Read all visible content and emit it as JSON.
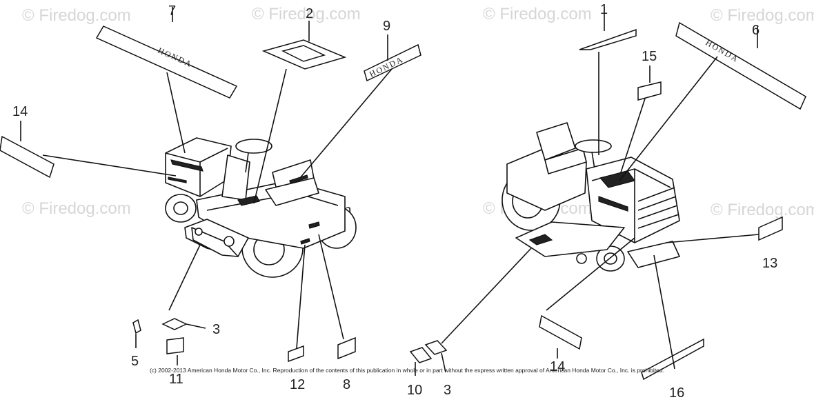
{
  "watermark": "© Firedog.com",
  "decal_brand": "HONDA",
  "copyright": "(c) 2002-2013 American Honda Motor Co., Inc. Reproduction of the contents of this publication in whole or in part without the express written approval of American Honda Motor Co., Inc. is prohibited.",
  "callouts": {
    "n1": "1",
    "n2": "2",
    "n3a": "3",
    "n3b": "3",
    "n5": "5",
    "n6": "6",
    "n7": "7",
    "n8": "8",
    "n9": "9",
    "n10": "10",
    "n11": "11",
    "n12": "12",
    "n13": "13",
    "n14a": "14",
    "n14b": "14",
    "n15": "15",
    "n16": "16"
  }
}
